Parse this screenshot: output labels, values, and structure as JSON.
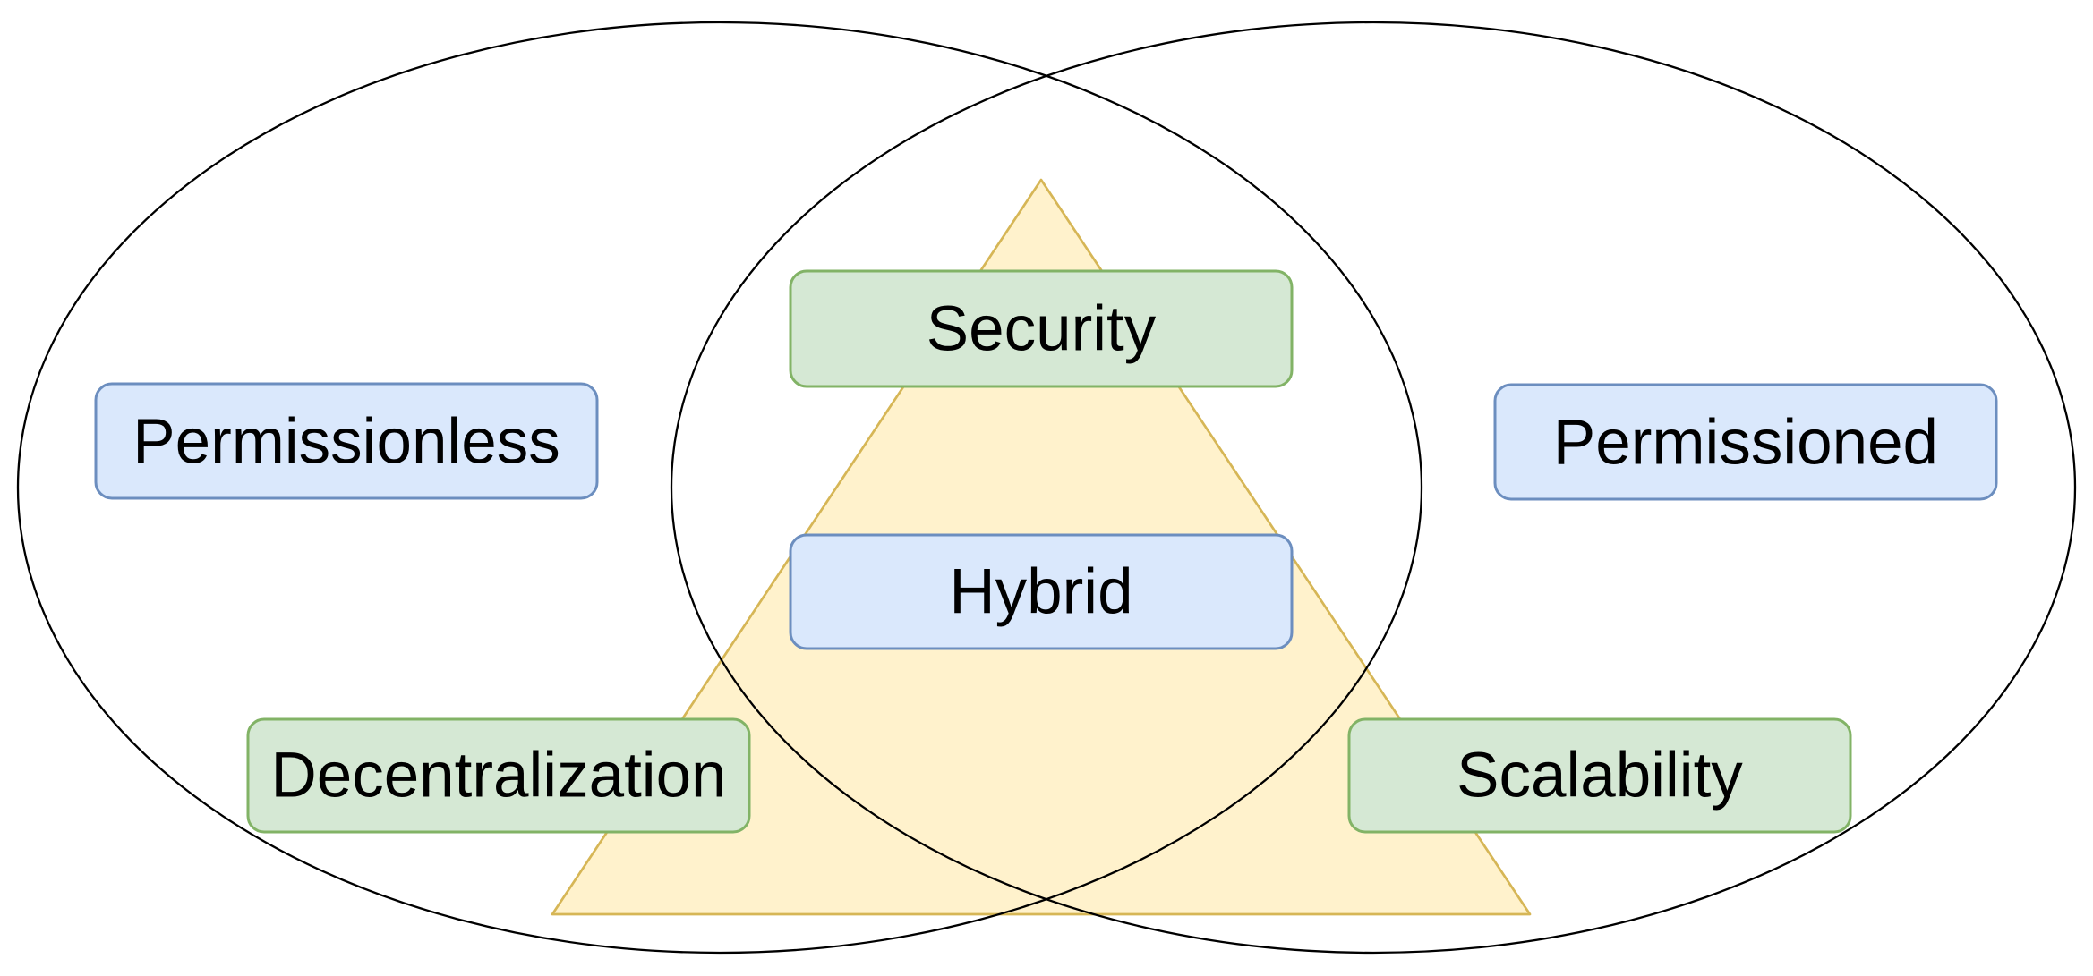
{
  "colors": {
    "background": "#ffffff",
    "ellipse_stroke": "#000000",
    "triangle_fill": "#fff2cc",
    "triangle_stroke": "#d6b656",
    "green_fill": "#d5e8d4",
    "green_stroke": "#82b366",
    "blue_fill": "#dae8fc",
    "blue_stroke": "#6c8ebf",
    "text_color": "#000000"
  },
  "labels": {
    "security": "Security",
    "permissionless": "Permissionless",
    "permissioned": "Permissioned",
    "hybrid": "Hybrid",
    "decentralization": "Decentralization",
    "scalability": "Scalability"
  },
  "diagram": {
    "type": "venn-with-pyramid",
    "shapes": [
      {
        "shape": "ellipse",
        "name": "left-ellipse",
        "style": "black-outline"
      },
      {
        "shape": "ellipse",
        "name": "right-ellipse",
        "style": "black-outline"
      },
      {
        "shape": "triangle",
        "name": "pyramid-triangle",
        "style": "yellow"
      }
    ],
    "nodes": [
      {
        "label": "Security",
        "style": "green",
        "region": "top of pyramid, inside both ellipses overlap"
      },
      {
        "label": "Permissionless",
        "style": "blue",
        "region": "left ellipse only"
      },
      {
        "label": "Permissioned",
        "style": "blue",
        "region": "right ellipse only"
      },
      {
        "label": "Hybrid",
        "style": "blue",
        "region": "middle of pyramid, inside both ellipses overlap"
      },
      {
        "label": "Decentralization",
        "style": "green",
        "region": "bottom-left, left ellipse"
      },
      {
        "label": "Scalability",
        "style": "green",
        "region": "bottom-right, right ellipse"
      }
    ]
  }
}
